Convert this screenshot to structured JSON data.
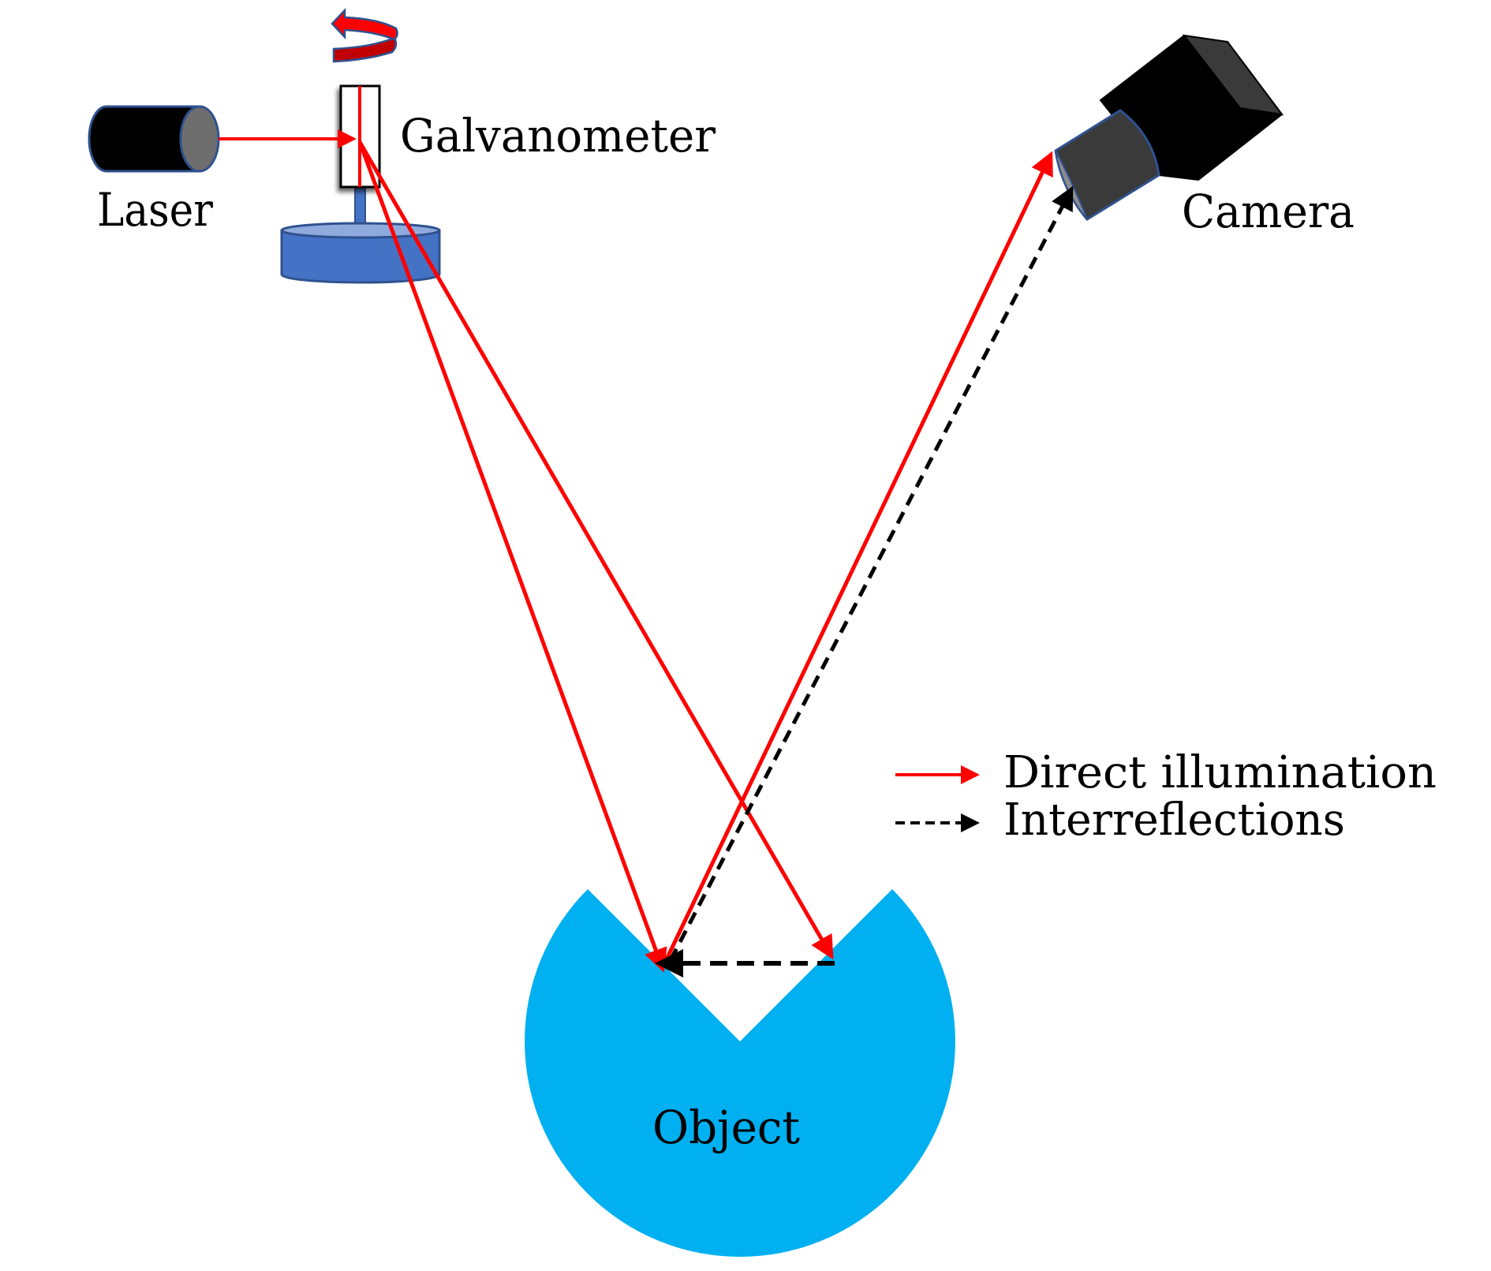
{
  "diagram": {
    "title": "Laser scanning setup with direct illumination and interreflections",
    "components": {
      "laser": {
        "label": "Laser"
      },
      "galvanometer": {
        "label": "Galvanometer"
      },
      "camera": {
        "label": "Camera"
      },
      "object": {
        "label": "Object"
      }
    },
    "legend": [
      {
        "label": "Direct illumination",
        "style": "solid",
        "color": "#FF0000"
      },
      {
        "label": "Interreflections",
        "style": "dashed",
        "color": "#000000"
      }
    ],
    "colors": {
      "beam_direct": "#FF0000",
      "beam_interreflection": "#000000",
      "object_fill": "#00B0F0",
      "mount_fill": "#4472C4",
      "mount_top": "#8FAADC",
      "outline": "#2F528F"
    }
  }
}
